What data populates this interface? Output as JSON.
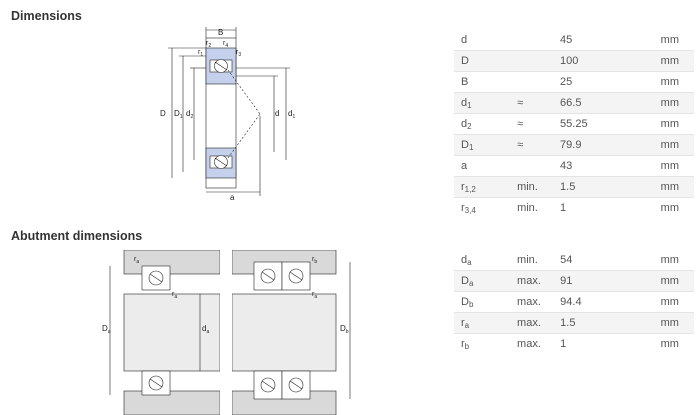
{
  "sections": {
    "dimensions_title": "Dimensions",
    "abutment_title": "Abutment dimensions"
  },
  "dimensions": [
    {
      "sym": "d",
      "sub": "",
      "qual": "",
      "value": "45",
      "unit": "mm"
    },
    {
      "sym": "D",
      "sub": "",
      "qual": "",
      "value": "100",
      "unit": "mm"
    },
    {
      "sym": "B",
      "sub": "",
      "qual": "",
      "value": "25",
      "unit": "mm"
    },
    {
      "sym": "d",
      "sub": "1",
      "qual": "≈",
      "value": "66.5",
      "unit": "mm"
    },
    {
      "sym": "d",
      "sub": "2",
      "qual": "≈",
      "value": "55.25",
      "unit": "mm"
    },
    {
      "sym": "D",
      "sub": "1",
      "qual": "≈",
      "value": "79.9",
      "unit": "mm"
    },
    {
      "sym": "a",
      "sub": "",
      "qual": "",
      "value": "43",
      "unit": "mm"
    },
    {
      "sym": "r",
      "sub": "1,2",
      "qual": "min.",
      "value": "1.5",
      "unit": "mm"
    },
    {
      "sym": "r",
      "sub": "3,4",
      "qual": "min.",
      "value": "1",
      "unit": "mm"
    }
  ],
  "abutment": [
    {
      "sym": "d",
      "sub": "a",
      "qual": "min.",
      "value": "54",
      "unit": "mm"
    },
    {
      "sym": "D",
      "sub": "a",
      "qual": "max.",
      "value": "91",
      "unit": "mm"
    },
    {
      "sym": "D",
      "sub": "b",
      "qual": "max.",
      "value": "94.4",
      "unit": "mm"
    },
    {
      "sym": "r",
      "sub": "a",
      "qual": "max.",
      "value": "1.5",
      "unit": "mm"
    },
    {
      "sym": "r",
      "sub": "b",
      "qual": "max.",
      "value": "1",
      "unit": "mm"
    }
  ],
  "drawing_labels": {
    "B": "B",
    "r1": "r",
    "r1_sub": "1",
    "r2": "r",
    "r2_sub": "2",
    "r3": "r",
    "r3_sub": "3",
    "r4": "r",
    "r4_sub": "4",
    "D": "D",
    "D1": "D",
    "D1_sub": "1",
    "d2": "d",
    "d2_sub": "2",
    "d": "d",
    "d1": "d",
    "d1_sub": "1",
    "a": "a",
    "ra": "r",
    "ra_sub": "a",
    "rb": "r",
    "rb_sub": "b",
    "Da": "D",
    "Da_sub": "a",
    "da": "d",
    "da_sub": "a",
    "Db": "D",
    "Db_sub": "b"
  },
  "colors": {
    "bearing_fill": "#c5d0ec",
    "housing_fill": "#d9d9d9",
    "shaft_fill": "#ececec",
    "row_alt": "#f4f4f4"
  }
}
